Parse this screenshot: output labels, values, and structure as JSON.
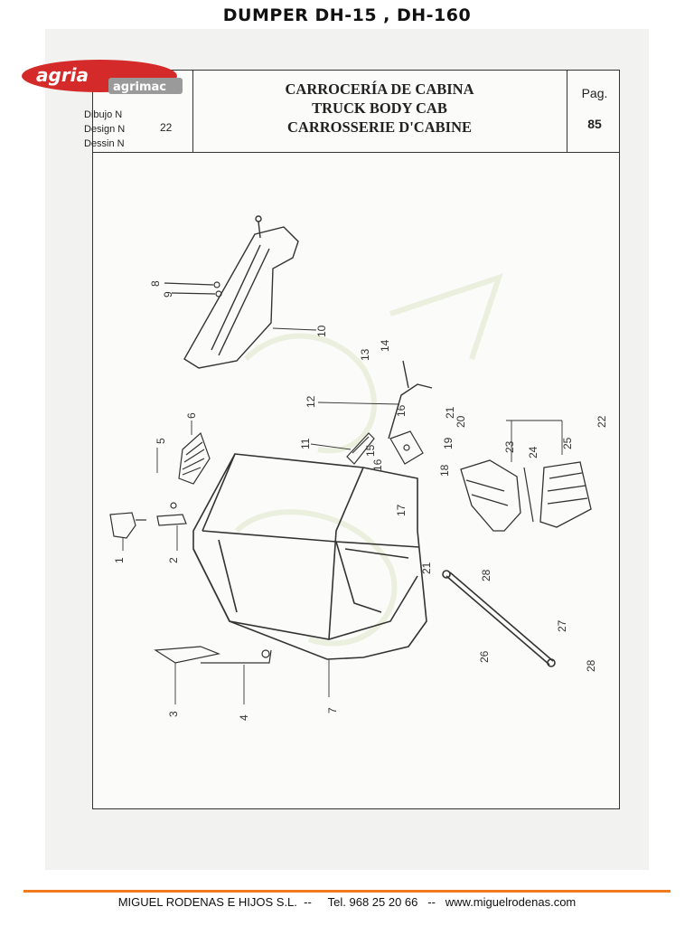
{
  "page_title": "DUMPER DH-15 , DH-160",
  "logo": {
    "brand": "agria",
    "sub_brand": "agrimac"
  },
  "header": {
    "drawing_labels": [
      "Dibujo N",
      "Design N",
      "Dessin N"
    ],
    "drawing_number": "22",
    "titles": [
      "CARROCERÍA DE CABINA",
      "TRUCK BODY CAB",
      "CARROSSERIE D'CABINE"
    ],
    "page_label": "Pag.",
    "page_number": "85"
  },
  "callouts": [
    "1",
    "2",
    "3",
    "4",
    "5",
    "6",
    "7",
    "8",
    "9",
    "10",
    "11",
    "12",
    "13",
    "14",
    "15",
    "16",
    "16",
    "17",
    "18",
    "19",
    "20",
    "21",
    "21",
    "22",
    "23",
    "24",
    "25",
    "26",
    "27",
    "28",
    "28"
  ],
  "footer": {
    "company": "MIGUEL RODENAS E HIJOS S.L.",
    "sep": "--",
    "phone": "Tel. 968 25 20 66",
    "web": "www.miguelrodenas.com"
  },
  "colors": {
    "footer_line": "#f07a1e",
    "logo_red": "#d42a2a",
    "logo_grey": "#9a9a9a"
  }
}
